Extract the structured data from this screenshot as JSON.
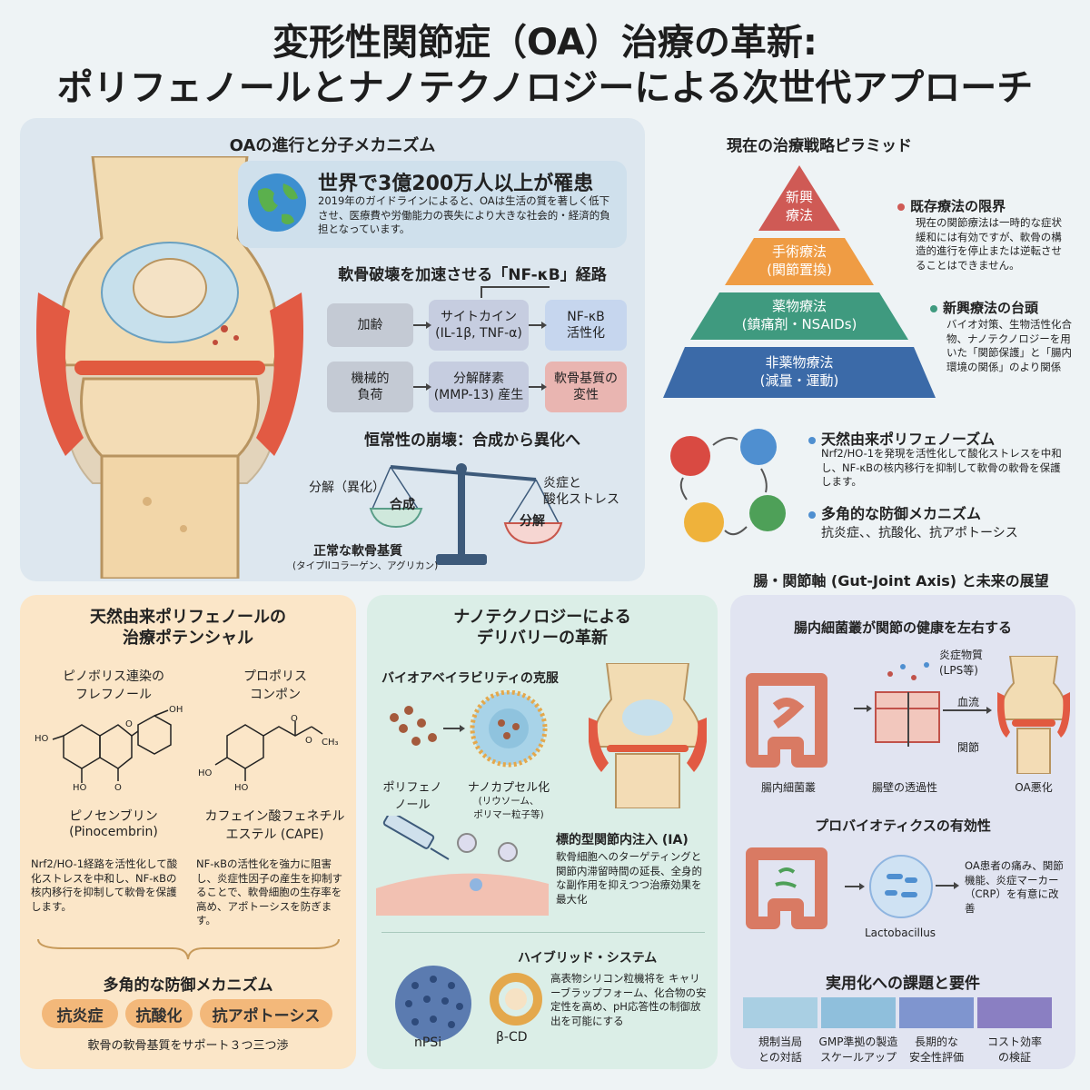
{
  "title": {
    "line1": "変形性関節症（OA）治療の革新:",
    "line2": "ポリフェノールとナノテクノロジーによる次世代アプローチ"
  },
  "oa_panel": {
    "heading": "OAの進行と分子メカニズム",
    "stat_title": "世界で3億200万人以上が罹患",
    "stat_body": "2019年のガイドラインによると、OAは生活の質を著しく低下させ、医療費や労働能力の喪失により大きな社会的・経済的負担となっています。",
    "pathway_title": "軟骨破壊を加速させる「NF-κB」経路",
    "flow": {
      "aging": "加齢",
      "cytokine": "サイトカイン\n(IL-1β, TNF-α)",
      "nfkb": "NF-κB\n活性化",
      "mechanical": "機械的\n負荷",
      "enzyme": "分解酵素\n(MMP-13) 産生",
      "matrix": "軟骨基質の\n変性"
    },
    "balance_title": "恒常性の崩壊：合成から異化へ",
    "balance_left": "分解（異化）",
    "balance_synth": "合成",
    "balance_degrade": "分解",
    "balance_right": "炎症と\n酸化ストレス",
    "normal_label": "正常な軟骨基質",
    "normal_sub": "(タイプIIコラーゲン、アグリカン)"
  },
  "pyramid_panel": {
    "heading": "現在の治療戦略ピラミッド",
    "tiers": [
      "新興\n療法",
      "手術療法\n(関節置換)",
      "薬物療法\n(鎮痛剤・NSAIDs)",
      "非薬物療法\n(減量・運動)"
    ],
    "limit_title": "既存療法の限界",
    "limit_body": "現在の関節療法は一時的な症状緩和には有効ですが、軟骨の構造的進行を停止または逆転させることはできません。",
    "emerging_title": "新興療法の台頭",
    "emerging_body": "バイオ対策、生物活性化合物、ナノテクノロジーを用いた「関節保護」と「腸内環境の関係」のより関係",
    "natural_title": "天然由来ポリフェノーズム",
    "natural_body": "Nrf2/HO-1を発現を活性化して酸化ストレスを中和し、NF-κBの核内移行を抑制して軟骨の軟骨を保護します。",
    "multi_title": "多角的な防御メカニズム",
    "multi_body": "抗炎症、、抗酸化、抗アポトーシス"
  },
  "gut_header": "腸・関節軸 (Gut-Joint Axis) と未来の展望",
  "polyphenol_panel": {
    "heading": "天然由来ポリフェノールの\n治療ポテンシャル",
    "left_name": "ピノボリス連染の\nフレフノール",
    "right_name": "プロポリス\nコンポン",
    "left_compound": "ピノセンブリン\n(Pinocembrin)",
    "right_compound": "カフェイン酸フェネチル\nエステル (CAPE)",
    "chem_labels": [
      "OH",
      "HO",
      "HO",
      "O",
      "O",
      "O",
      "HO",
      "HO",
      "O",
      "CH₃"
    ],
    "left_desc": "Nrf2/HO-1経路を活性化して酸化ストレスを中和し、NF-κBの核内移行を抑制して軟骨を保護します。",
    "right_desc": "NF-κBの活性化を強力に阻害し、炎症性因子の産生を抑制することで、軟骨細胞の生存率を高め、アポトーシスを防ぎます。",
    "multi_title": "多角的な防御メカニズム",
    "pills": [
      "抗炎症",
      "抗酸化",
      "抗アポトーシス"
    ],
    "footer": "軟骨の軟骨基質をサポート３つ三つ渉"
  },
  "nano_panel": {
    "heading": "ナノテクノロジーによる\nデリバリーの革新",
    "bio_title": "バイオアベイラビリティの克服",
    "polyphenol_label": "ポリフェノ\nノール",
    "nanocap_label": "ナノカプセル化",
    "nanocap_sub": "(リウソーム、\nポリマー粒子等)",
    "ia_title": "標的型関節内注入 (IA)",
    "ia_body": "軟骨細胞へのターゲティングと関節内滞留時間の延長、全身的な副作用を抑えつつ治療効果を最大化",
    "hybrid_title": "ハイブリッド・システム",
    "hybrid_body": "高表物シリコン粒機将を キャリーブラップフォーム、化合物の安定性を高め、pH応答性の制御放出を可能にする",
    "npsi": "nPSi",
    "bcd": "β-CD"
  },
  "gut_panel": {
    "microbiome_title": "腸内細菌叢が関節の健康を左右する",
    "inflam": "炎症物質\n(LPS等)",
    "blood": "血流",
    "joint": "関節",
    "flow_labels": [
      "腸内細菌叢",
      "腸壁の透過性",
      "OA悪化"
    ],
    "probiotic_title": "プロバイオティクスの有効性",
    "lacto": "Lactobacillus",
    "probiotic_body": "OA患者の痛み、関節機能、炎症マーカー（CRP）を有意に改善",
    "challenges_title": "実用化への課題と要件",
    "challenges": [
      "規制当局\nとの対話",
      "GMP準拠の製造\nスケールアップ",
      "長期的な\n安全性評価",
      "コスト効率\nの検証"
    ],
    "bar_colors": [
      "#a9cfe3",
      "#8fbfdc",
      "#7f95cf",
      "#8a7fc2"
    ]
  }
}
